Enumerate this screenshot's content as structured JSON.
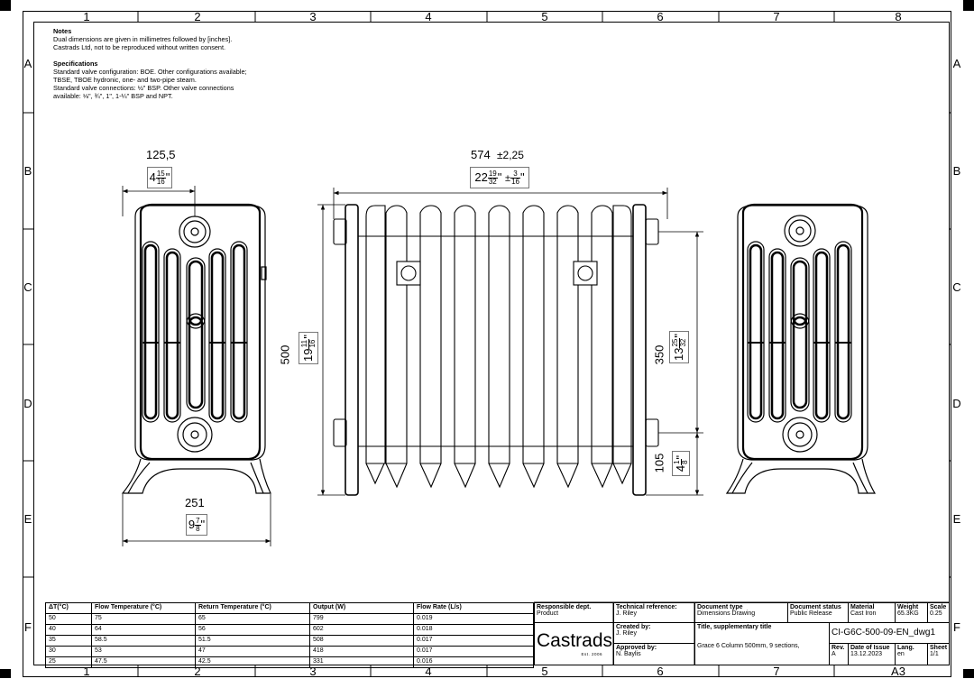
{
  "zones": {
    "columns": [
      "1",
      "2",
      "3",
      "4",
      "5",
      "6",
      "7",
      "8"
    ],
    "rows": [
      "A",
      "B",
      "C",
      "D",
      "E",
      "F"
    ]
  },
  "notes": {
    "title": "Notes",
    "line1": "Dual dimensions are given in millimetres followed by [inches].",
    "line2": "Castrads Ltd, not to be reproduced without written consent.",
    "spec_title": "Specifications",
    "spec1": "Standard valve configuration: BOE. Other configurations available;",
    "spec2": "TBSE, TBOE hydronic, one- and two-pipe steam.",
    "spec3": "Standard valve connections: ½\" BSP. Other valve connections",
    "spec4": "available: ⅛\", ¾\", 1\", 1-¼\" BSP and NPT."
  },
  "dimensions": {
    "side_depth_mm": "125,5",
    "side_depth_in_whole": "4",
    "side_depth_in_num": "15",
    "side_depth_in_den": "16",
    "width_mm": "574",
    "width_tol_mm": "±2,25",
    "width_in_whole": "22",
    "width_in_num": "19",
    "width_in_den": "32",
    "width_tol_in_num": "3",
    "width_tol_in_den": "16",
    "width_tol_in_sign": "±",
    "height_mm": "500",
    "height_in_whole": "19",
    "height_in_num": "11",
    "height_in_den": "16",
    "centres_mm": "350",
    "centres_in_whole": "13",
    "centres_in_num": "25",
    "centres_in_den": "32",
    "floor_mm": "105",
    "floor_in_whole": "4",
    "floor_in_num": "1",
    "floor_in_den": "8",
    "foot_mm": "251",
    "foot_in_whole": "9",
    "foot_in_num": "7",
    "foot_in_den": "8",
    "inch_mark": "\""
  },
  "flow_table": {
    "headers": [
      "ΔT(°C)",
      "Flow Temperature (°C)",
      "Return Temperature (°C)",
      "Output (W)",
      "Flow Rate (L/s)"
    ],
    "rows": [
      [
        "50",
        "75",
        "65",
        "799",
        "0.019"
      ],
      [
        "40",
        "64",
        "56",
        "602",
        "0.018"
      ],
      [
        "35",
        "58.5",
        "51.5",
        "508",
        "0.017"
      ],
      [
        "30",
        "53",
        "47",
        "418",
        "0.017"
      ],
      [
        "25",
        "47.5",
        "42.5",
        "331",
        "0.016"
      ]
    ]
  },
  "title_block": {
    "responsible_label": "Responsible dept.",
    "responsible_value": "Product",
    "tech_ref_label": "Technical reference:",
    "tech_ref_value": "J. Riley",
    "created_label": "Created by:",
    "created_value": "J. Riley",
    "approved_label": "Approved by:",
    "approved_value": "N. Baylis",
    "doc_type_label": "Document type",
    "doc_type_value": "Dimensions Drawing",
    "doc_status_label": "Document status",
    "doc_status_value": "Public Release",
    "material_label": "Material",
    "material_value": "Cast Iron",
    "weight_label": "Weight",
    "weight_value": "65.3KG",
    "scale_label": "Scale",
    "scale_value": "0.25",
    "title_label": "Title, supplementary title",
    "title_value": "Grace 6 Column 500mm, 9 sections,",
    "doc_number": "CI-G6C-500-09-EN_dwg1",
    "rev_label": "Rev.",
    "rev_value": "A",
    "issue_label": "Date of Issue",
    "issue_value": "13.12.2023",
    "lang_label": "Lang.",
    "lang_value": "en",
    "sheet_label": "Sheet",
    "sheet_value": "1/1",
    "brand": "Castrads",
    "est": "Est. 2006",
    "paper": "A3"
  }
}
